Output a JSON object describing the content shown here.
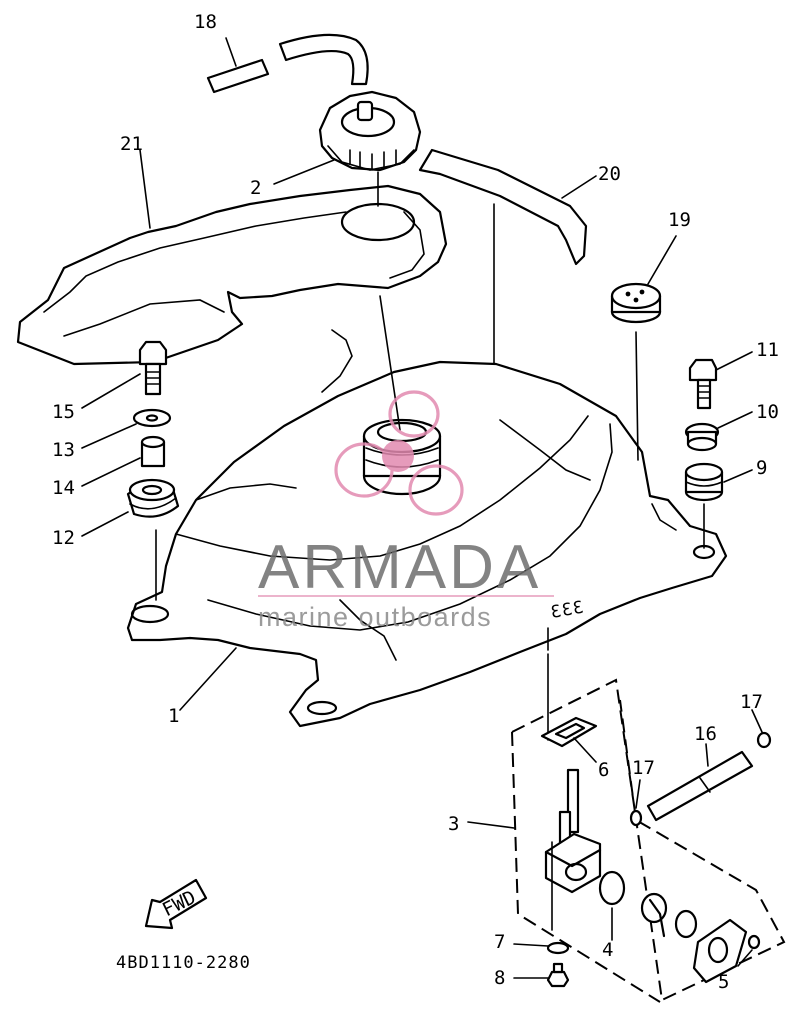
{
  "diagram": {
    "part_code": "4BD1110-2280",
    "fwd_label": "FWD",
    "watermark": {
      "brand": "ARMADA",
      "tagline": "marine outboards",
      "logo_color": "#e28ab0",
      "text_color": "#6e6e6e"
    },
    "callouts": [
      {
        "id": "c1",
        "label": "1"
      },
      {
        "id": "c2",
        "label": "2"
      },
      {
        "id": "c3",
        "label": "3"
      },
      {
        "id": "c4",
        "label": "4"
      },
      {
        "id": "c5",
        "label": "5"
      },
      {
        "id": "c6",
        "label": "6"
      },
      {
        "id": "c7",
        "label": "7"
      },
      {
        "id": "c8",
        "label": "8"
      },
      {
        "id": "c9",
        "label": "9"
      },
      {
        "id": "c10",
        "label": "10"
      },
      {
        "id": "c11",
        "label": "11"
      },
      {
        "id": "c12",
        "label": "12"
      },
      {
        "id": "c13",
        "label": "13"
      },
      {
        "id": "c14",
        "label": "14"
      },
      {
        "id": "c15",
        "label": "15"
      },
      {
        "id": "c16",
        "label": "16"
      },
      {
        "id": "c17a",
        "label": "17"
      },
      {
        "id": "c17b",
        "label": "17"
      },
      {
        "id": "c18",
        "label": "18"
      },
      {
        "id": "c19",
        "label": "19"
      },
      {
        "id": "c20",
        "label": "20"
      },
      {
        "id": "c21",
        "label": "21"
      }
    ]
  }
}
